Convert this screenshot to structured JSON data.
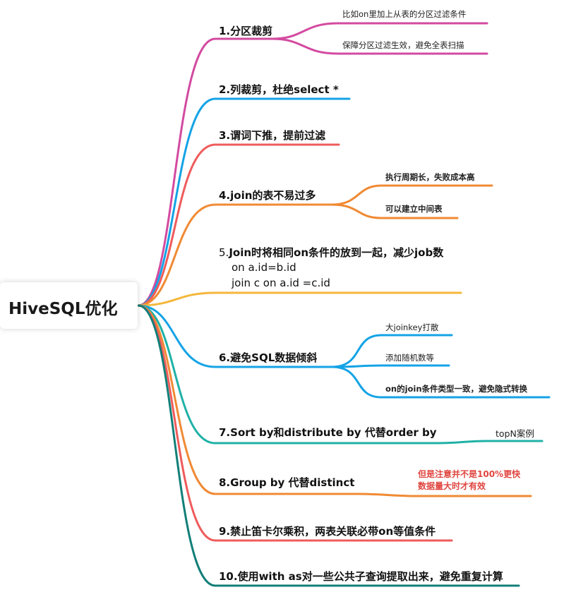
{
  "root": {
    "label": "HiveSQL优化"
  },
  "colors": {
    "magenta": "#d34aa0",
    "blue": "#14a3e6",
    "red": "#ef5b5b",
    "orange": "#f08a34",
    "yellow": "#f4b73b",
    "teal": "#1fb1a6",
    "darkteal": "#127f78",
    "note_red": "#e0453f"
  },
  "branches": [
    {
      "label": "1.分区裁剪",
      "children": [
        "比如on里加上从表的分区过滤条件",
        "保障分区过滤生效，避免全表扫描"
      ]
    },
    {
      "label": "2.列裁剪，杜绝select *"
    },
    {
      "label": "3.谓词下推，提前过滤"
    },
    {
      "label": "4.join的表不易过多",
      "children": [
        "执行周期长，失败成本高",
        "可以建立中间表"
      ]
    },
    {
      "label": "5.Join时将相同on条件的放到一起，减少job数",
      "label_prefix": "5.",
      "label_main": "Join时将相同on条件的放到一起，减少job数",
      "code_lines": [
        "on a.id=b.id",
        "join c on a.id =c.id"
      ]
    },
    {
      "label": "6.避免SQL数据倾斜",
      "children": [
        "大joinkey打散",
        "添加随机数等",
        "on的join条件类型一致，避免隐式转换"
      ]
    },
    {
      "label": "7.Sort by和distribute by 代替order by",
      "children": [
        "topN案例"
      ]
    },
    {
      "label": "8.Group by 代替distinct",
      "note_lines": [
        "但是注意并不是100%更快",
        "数据量大时才有效"
      ]
    },
    {
      "label": "9.禁止笛卡尔乘积，两表关联必带on等值条件"
    },
    {
      "label": "10.使用with as对一些公共子查询提取出来，避免重复计算"
    }
  ]
}
